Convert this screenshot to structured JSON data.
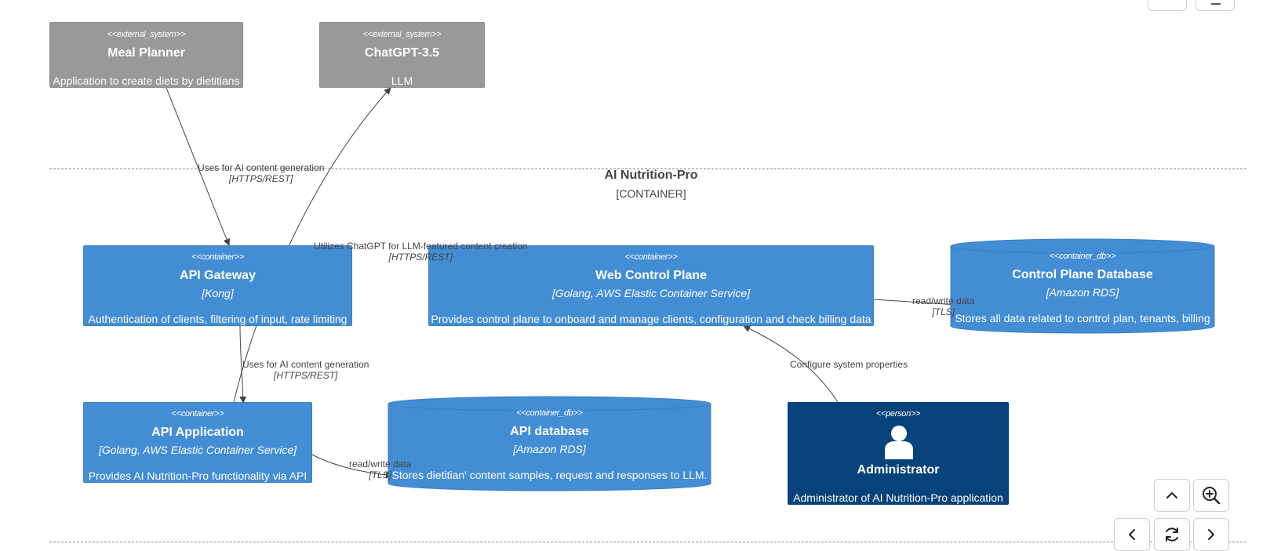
{
  "boundary": {
    "title": "AI Nutrition-Pro",
    "type": "[CONTAINER]"
  },
  "nodes": {
    "meal_planner": {
      "stereotype": "<<external_system>>",
      "title": "Meal Planner",
      "description": "Application to create diets by dietitians"
    },
    "chatgpt": {
      "stereotype": "<<external_system>>",
      "title": "ChatGPT-3.5",
      "description": "LLM"
    },
    "api_gateway": {
      "stereotype": "<<container>>",
      "title": "API Gateway",
      "technology": "[Kong]",
      "description": "Authentication of clients, filtering of input, rate limiting"
    },
    "web_control_plane": {
      "stereotype": "<<container>>",
      "title": "Web Control Plane",
      "technology": "[Golang, AWS Elastic Container Service]",
      "description": "Provides control plane to onboard and manage clients, configuration and check billing data"
    },
    "control_plane_db": {
      "stereotype": "<<container_db>>",
      "title": "Control Plane Database",
      "technology": "[Amazon RDS]",
      "description": "Stores all data related to control plan, tenants, billing"
    },
    "api_application": {
      "stereotype": "<<container>>",
      "title": "API Application",
      "technology": "[Golang, AWS Elastic Container Service]",
      "description": "Provides AI Nutrition-Pro functionality via API"
    },
    "api_database": {
      "stereotype": "<<container_db>>",
      "title": "API database",
      "technology": "[Amazon RDS]",
      "description": "Stores dietitian' content samples, request and responses to LLM."
    },
    "administrator": {
      "stereotype": "<<person>>",
      "title": "Administrator",
      "description": "Administrator of AI Nutrition-Pro application"
    }
  },
  "edges": {
    "meal_to_gateway": {
      "label": "Uses for AI content generation",
      "technology": "[HTTPS/REST]"
    },
    "app_to_chatgpt": {
      "label": "Utilizes ChatGPT for LLM-featured content creation",
      "technology": "[HTTPS/REST]"
    },
    "gateway_to_app": {
      "label": "Uses for AI content generation",
      "technology": "[HTTPS/REST]"
    },
    "wcp_to_db": {
      "label": "read/write data",
      "technology": "[TLS]"
    },
    "app_to_db": {
      "label": "read/write data",
      "technology": "[TLS]"
    },
    "admin_to_wcp": {
      "label": "Configure system properties"
    }
  },
  "colors": {
    "external_system": "#999999",
    "container": "#438dd5",
    "person": "#08427b",
    "edge": "#444444"
  },
  "controls": {
    "up": "chevron-up-icon",
    "zoom_in": "zoom-in-icon",
    "left": "chevron-left-icon",
    "reset": "refresh-icon",
    "right": "chevron-right-icon"
  }
}
